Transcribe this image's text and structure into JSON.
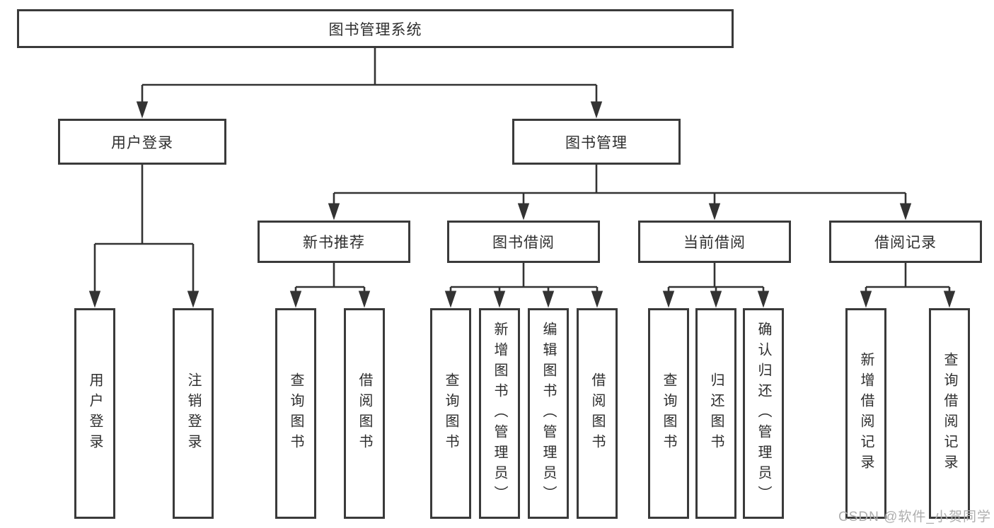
{
  "diagram_type": "hierarchy-tree",
  "tree": {
    "label": "图书管理系统",
    "children": [
      {
        "label": "用户登录",
        "children": [
          {
            "label": "用户登录"
          },
          {
            "label": "注销登录"
          }
        ]
      },
      {
        "label": "图书管理",
        "children": [
          {
            "label": "新书推荐",
            "children": [
              {
                "label": "查询图书"
              },
              {
                "label": "借阅图书"
              }
            ]
          },
          {
            "label": "图书借阅",
            "children": [
              {
                "label": "查询图书"
              },
              {
                "label": "新增图书（管理员）"
              },
              {
                "label": "编辑图书（管理员）"
              },
              {
                "label": "借阅图书"
              }
            ]
          },
          {
            "label": "当前借阅",
            "children": [
              {
                "label": "查询图书"
              },
              {
                "label": "归还图书"
              },
              {
                "label": "确认归还（管理员）"
              }
            ]
          },
          {
            "label": "借阅记录",
            "children": [
              {
                "label": "新增借阅记录"
              },
              {
                "label": "查询借阅记录"
              }
            ]
          }
        ]
      }
    ]
  },
  "watermark": "CSDN @软件_小贺同学",
  "colors": {
    "line": "#333333",
    "box_border": "#3a3a3a",
    "text": "#2e2e2e",
    "watermark": "#aeaeae",
    "background": "#ffffff"
  }
}
